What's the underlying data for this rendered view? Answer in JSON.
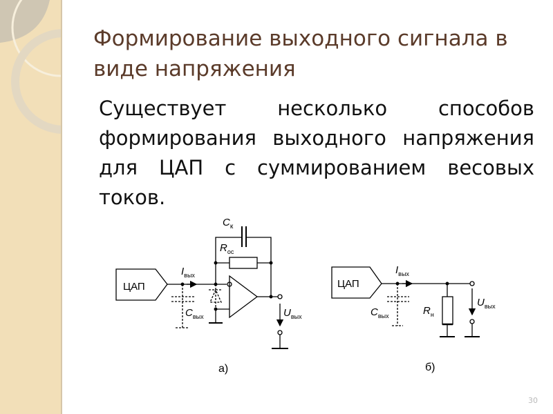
{
  "slide": {
    "title": "Формирование выходного сигнала в виде напряжения",
    "body": "Существует несколько способов формирования выходного напряжения для ЦАП с суммированием весовых токов.",
    "page_number": "30"
  },
  "diagram_a": {
    "dac_label": "ЦАП",
    "ck": "C",
    "ck_sub": "к",
    "roc": "R",
    "roc_sub": "ос",
    "iout": "I",
    "iout_sub": "вых",
    "cout": "C",
    "cout_sub": "вых",
    "uout": "U",
    "uout_sub": "вых",
    "caption": "а)"
  },
  "diagram_b": {
    "dac_label": "ЦАП",
    "iout": "I",
    "iout_sub": "вых",
    "cout": "C",
    "cout_sub": "вых",
    "rn": "R",
    "rn_sub": "н",
    "uout": "U",
    "uout_sub": "вых",
    "caption": "б)"
  }
}
